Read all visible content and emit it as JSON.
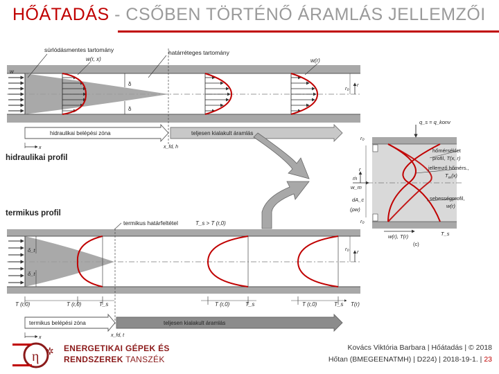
{
  "title": {
    "part1": "HŐÁTADÁS",
    "sep": " - ",
    "part2": "CSŐBEN TÖRTÉNŐ ÁRAMLÁS JELLEMZŐI"
  },
  "hydraulic": {
    "label_frictionless": "súrlódásmentes tartomány",
    "label_w_rx": "w(r, x)",
    "label_boundary": "határréteges tartomány",
    "label_w_r": "w(r)",
    "label_w": "w",
    "label_delta": "δ",
    "label_ro": "r₀",
    "label_r": "r",
    "label_x": "x",
    "label_xfdh": "x_fd, h",
    "arrow_entry": "hidraulikai belépési zóna",
    "arrow_developed": "teljesen kialakult áramlás",
    "section_title": "hidraulikai profil"
  },
  "thermal": {
    "section_title": "termikus profil",
    "boundary_condition": "termikus határfeltétel",
    "condition_eq": "T_s > T (r,0)",
    "label_delta_t": "δ_t",
    "label_T_r0": "T (r,0)",
    "label_Ts": "T_s",
    "label_T_r": "T(r)",
    "label_xfdt": "x_fd, t",
    "label_x": "x",
    "arrow_entry": "termikus belépési zóna",
    "arrow_developed": "teljesen kialakult áramlás"
  },
  "detail": {
    "heat_flux": "q_s = q_konv",
    "temp_profile": "hőmérséklet profil, T(x, r)",
    "mean_temp": "jellemző hőmérs., T_m(x)",
    "velocity_profile": "sebességprofil, w(r)",
    "mdot": "ṁ",
    "wm": "w_m",
    "dAc": "dA_c",
    "pw": "(ρw)",
    "ro": "r₀",
    "r": "r",
    "bottom": "w(r), T(r)",
    "Ts": "T_s",
    "c": "(c)"
  },
  "logo": {
    "line1": "ENERGETIKAI GÉPEK ÉS",
    "line2a": "RENDSZEREK",
    "line2b": " TANSZÉK"
  },
  "footer": {
    "line1": "Kovács Viktória Barbara | Hőátadás | © 2018",
    "line2": "Hőtan (BMEGEENATMH) | D224) | 2018-19-1. | ",
    "page": "23"
  },
  "colors": {
    "accent": "#c00000",
    "pipe_wall": "#a8a8a8",
    "fill_gray": "#d9d9d9"
  }
}
